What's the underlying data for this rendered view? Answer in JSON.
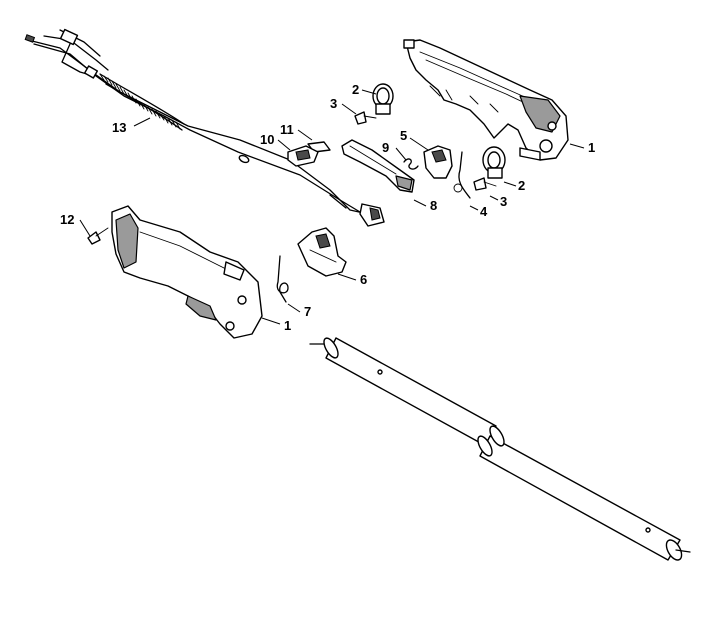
{
  "callouts": [
    {
      "id": "c1a",
      "label": "1"
    },
    {
      "id": "c1b",
      "label": "1"
    },
    {
      "id": "c2a",
      "label": "2"
    },
    {
      "id": "c2b",
      "label": "2"
    },
    {
      "id": "c3a",
      "label": "3"
    },
    {
      "id": "c3b",
      "label": "3"
    },
    {
      "id": "c4",
      "label": "4"
    },
    {
      "id": "c5",
      "label": "5"
    },
    {
      "id": "c6",
      "label": "6"
    },
    {
      "id": "c7",
      "label": "7"
    },
    {
      "id": "c8",
      "label": "8"
    },
    {
      "id": "c9",
      "label": "9"
    },
    {
      "id": "c10",
      "label": "10"
    },
    {
      "id": "c11",
      "label": "11"
    },
    {
      "id": "c12",
      "label": "12"
    },
    {
      "id": "c13",
      "label": "13"
    }
  ]
}
